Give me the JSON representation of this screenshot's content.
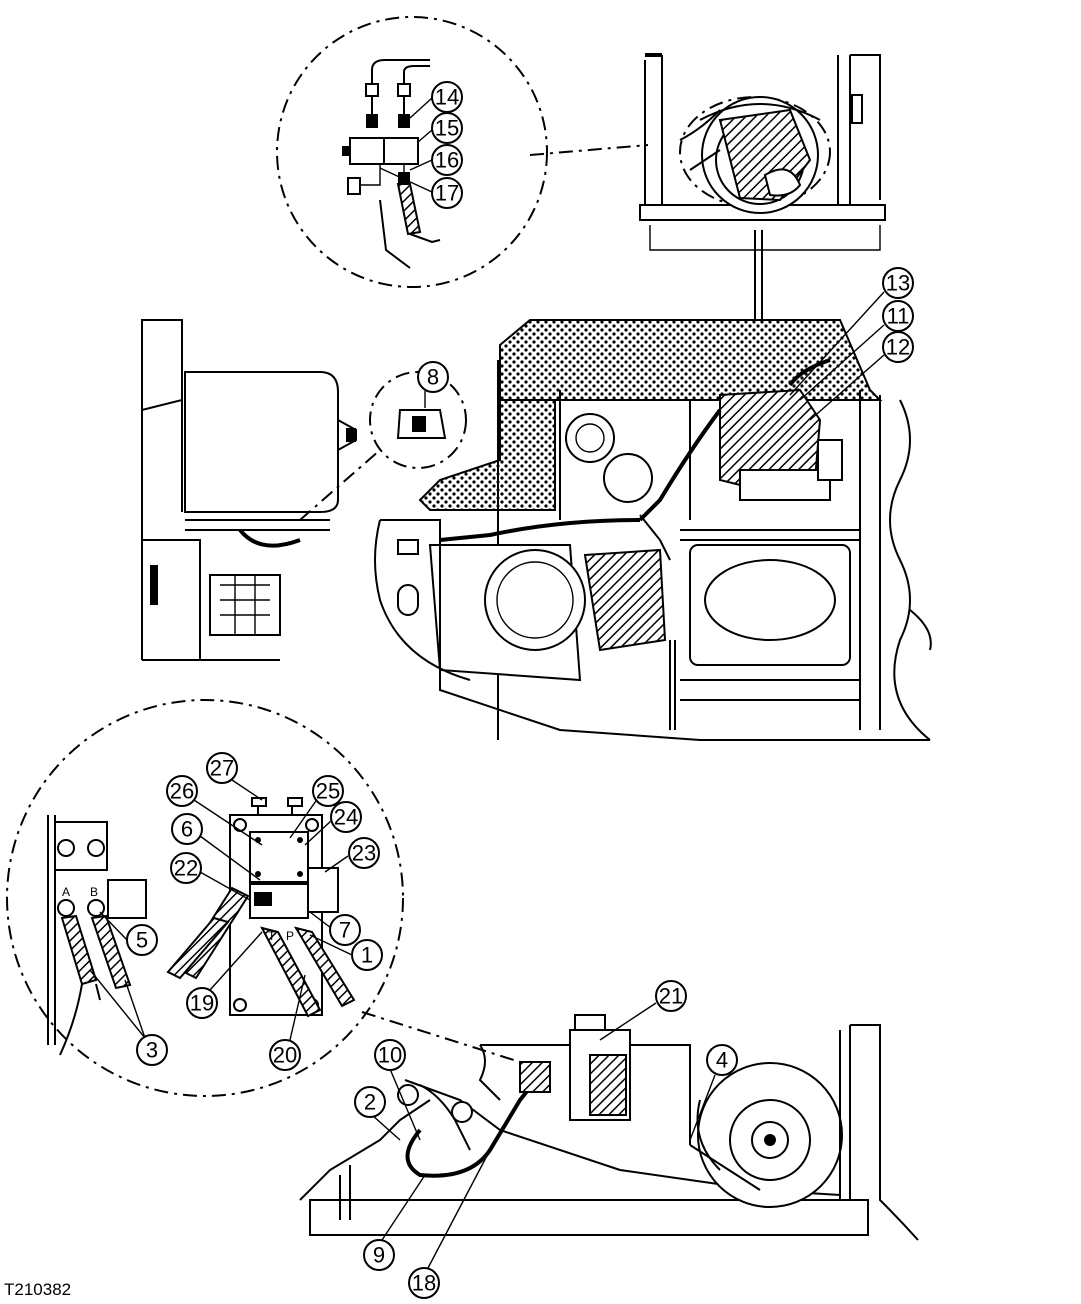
{
  "figure_id": "T210382",
  "callouts": [
    "1",
    "2",
    "3",
    "4",
    "5",
    "6",
    "7",
    "8",
    "9",
    "10",
    "11",
    "12",
    "13",
    "14",
    "15",
    "16",
    "17",
    "18",
    "19",
    "20",
    "21",
    "22",
    "23",
    "24",
    "25",
    "26",
    "27"
  ],
  "port_labels": {
    "a": "A",
    "b": "B",
    "t": "T",
    "p": "P"
  }
}
